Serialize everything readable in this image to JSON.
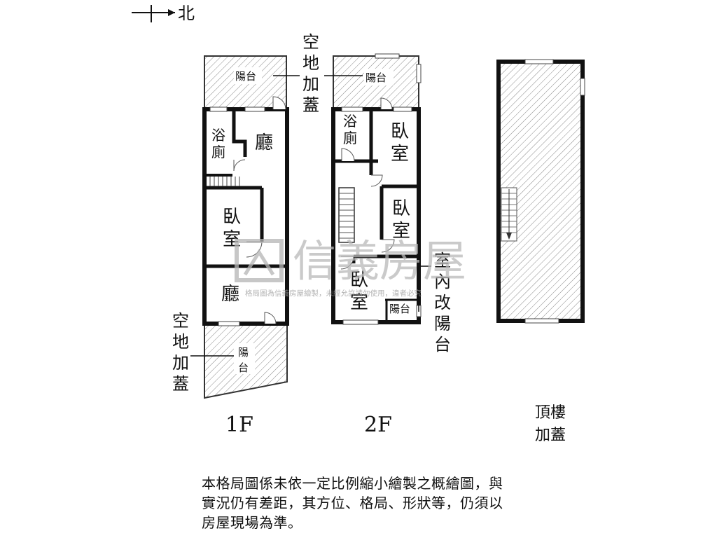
{
  "compass": {
    "label": "北"
  },
  "floor_1": {
    "name": "1F",
    "rooms": {
      "top_balcony": "陽台",
      "bath_line1": "浴",
      "bath_line2": "廁",
      "living_top": "廳",
      "bedroom_line1": "臥",
      "bedroom_line2": "室",
      "living_bottom": "廳",
      "bottom_balcony_line1": "陽",
      "bottom_balcony_line2": "台"
    },
    "annotation_top": [
      "空",
      "地",
      "加",
      "蓋"
    ],
    "annotation_bottom": [
      "空",
      "地",
      "加",
      "蓋"
    ]
  },
  "floor_2": {
    "name": "2F",
    "rooms": {
      "top_balcony": "陽台",
      "bath_line1": "浴",
      "bath_line2": "廁",
      "bedroom_a_line1": "臥",
      "bedroom_a_line2": "室",
      "bedroom_b_line1": "臥",
      "bedroom_b_line2": "室",
      "bedroom_c_line1": "臥",
      "bedroom_c_line2": "室",
      "small_balcony": "陽台"
    },
    "annotation": [
      "室",
      "內",
      "改",
      "陽",
      "台"
    ]
  },
  "roof": {
    "label_line1": "頂樓",
    "label_line2": "加蓋"
  },
  "watermark": {
    "brand": "信義房屋",
    "notice": "格局圖為信義房屋繪製，未經允許請勿使用，違者必究"
  },
  "disclaimer": [
    "本格局圖係未依一定比例縮小繪製之概繪圖，與",
    "實況仍有差距，其方位、格局、形狀等，仍須以",
    "房屋現場為準。"
  ]
}
